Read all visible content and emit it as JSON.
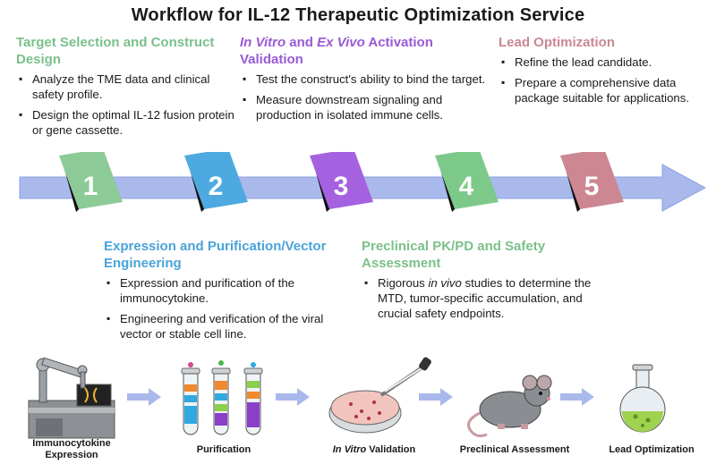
{
  "title": "Workflow for IL-12 Therapeutic Optimization Service",
  "steps": [
    {
      "number": "1",
      "title": "Target Selection and Construct Design",
      "color": "#8ccb97",
      "bullets": [
        "Analyze the TME data and clinical safety profile.",
        "Design the optimal IL-12 fusion protein or gene cassette."
      ]
    },
    {
      "number": "2",
      "title": "Expression and Purification/Vector Engineering",
      "color": "#4ea9e0",
      "bullets": [
        "Expression and purification of the immunocytokine.",
        "Engineering and verification of the viral vector or stable cell line."
      ]
    },
    {
      "number": "3",
      "title_italic_1": "In Vitro",
      "title_mid": " and ",
      "title_italic_2": "Ex Vivo",
      "title_end": " Activation Validation",
      "color": "#a562e0",
      "bullets": [
        "Test the construct's ability to bind the target.",
        "Measure downstream signaling and production in isolated immune cells."
      ]
    },
    {
      "number": "4",
      "title": "Preclinical PK/PD and Safety Assessment",
      "color": "#7cc98a",
      "bullet_pre": "Rigorous ",
      "bullet_italic": "in vivo",
      "bullet_post": " studies to determine the MTD, tumor-specific accumulation, and crucial safety endpoints."
    },
    {
      "number": "5",
      "title": "Lead Optimization",
      "color": "#cc8792",
      "bullets": [
        "Refine the lead candidate.",
        "Prepare a comprehensive data package suitable for applications."
      ]
    }
  ],
  "bottom": {
    "expression_line1": "Immunocytokine",
    "expression_line2": "Expression",
    "purification": "Purification",
    "validation_italic": "In Vitro",
    "validation_rest": " Validation",
    "preclinical": "Preclinical Assessment",
    "lead": "Lead Optimization"
  },
  "colors": {
    "arrow": "#a9b9ec",
    "tube_orange": "#f08a2c",
    "tube_blue": "#2fa9e0",
    "tube_purple": "#8a3fc8",
    "dish": "#f2c4be",
    "flask_liquid": "#9fd24e"
  }
}
